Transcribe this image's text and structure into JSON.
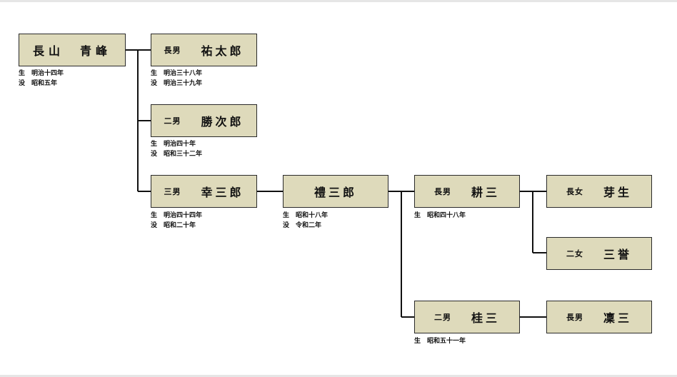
{
  "people": {
    "p0": {
      "relation": "",
      "name": "長山　青峰",
      "born_label": "生",
      "born": "明治十四年",
      "died_label": "没",
      "died": "昭和五年"
    },
    "p1": {
      "relation": "長男",
      "name": "祐太郎",
      "born_label": "生",
      "born": "明治三十八年",
      "died_label": "没",
      "died": "明治三十九年"
    },
    "p2": {
      "relation": "二男",
      "name": "勝次郎",
      "born_label": "生",
      "born": "明治四十年",
      "died_label": "没",
      "died": "昭和三十二年"
    },
    "p3": {
      "relation": "三男",
      "name": "幸三郎",
      "born_label": "生",
      "born": "明治四十四年",
      "died_label": "没",
      "died": "昭和二十年"
    },
    "p4": {
      "relation": "",
      "name": "禮三郎",
      "born_label": "生",
      "born": "昭和十八年",
      "died_label": "没",
      "died": "令和二年"
    },
    "p5": {
      "relation": "長男",
      "name": "耕三",
      "born_label": "生",
      "born": "昭和四十八年"
    },
    "p6": {
      "relation": "二男",
      "name": "桂三",
      "born_label": "生",
      "born": "昭和五十一年"
    },
    "p7": {
      "relation": "長女",
      "name": "芽生"
    },
    "p8": {
      "relation": "二女",
      "name": "三誉"
    },
    "p9": {
      "relation": "長男",
      "name": "凜三"
    }
  },
  "colors": {
    "box_fill": "#dedabb",
    "box_border": "#2a2a2a",
    "line": "#111111"
  }
}
